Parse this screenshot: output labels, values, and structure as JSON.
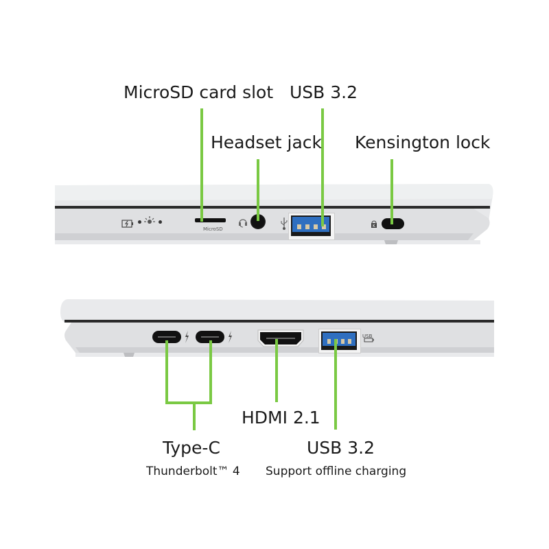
{
  "top_side": {
    "labels": {
      "microsd": "MicroSD card slot",
      "usb": "USB 3.2",
      "headset": "Headset jack",
      "kensington": "Kensington lock"
    },
    "printed": {
      "microsd_marking": "MicroSD"
    },
    "icons": [
      "battery-charging-icon",
      "led-dot-icon",
      "power-light-icon",
      "led-dot-icon",
      "headset-icon",
      "usb-symbol-icon",
      "kensington-k-icon"
    ]
  },
  "bottom_side": {
    "labels": {
      "typec": "Type-C",
      "typec_sub": "Thunderbolt™ 4",
      "hdmi": "HDMI 2.1",
      "usb": "USB 3.2",
      "usb_sub": "Support offline charging"
    },
    "printed": {
      "usb_marking": "USB"
    },
    "icons": [
      "thunderbolt-icon",
      "thunderbolt-icon",
      "usb-charge-icon"
    ]
  },
  "colors": {
    "accent_green": "#7ac943",
    "chassis": "#e4e5e7",
    "usb_blue": "#2f6fc0",
    "port_black": "#111111"
  }
}
